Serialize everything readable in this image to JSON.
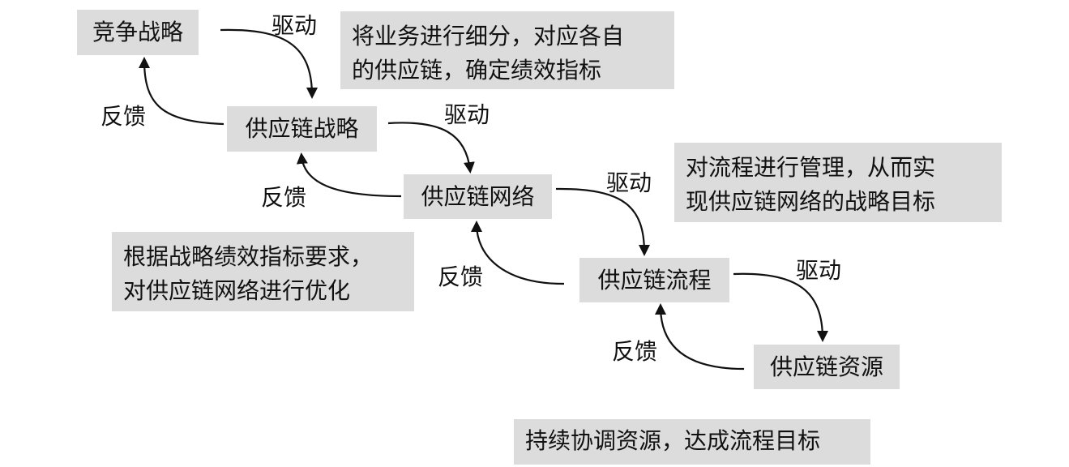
{
  "nodes": {
    "competitive_strategy": "竞争战略",
    "supply_chain_strategy": "供应链战略",
    "supply_chain_network": "供应链网络",
    "supply_chain_process": "供应链流程",
    "supply_chain_resources": "供应链资源"
  },
  "edge_labels": {
    "drive": "驱动",
    "feedback": "反馈"
  },
  "notes": {
    "segment_business": [
      "将业务进行细分，对应各自",
      "的供应链，确定绩效指标"
    ],
    "manage_process": [
      "对流程进行管理，从而实",
      "现供应链网络的战略目标"
    ],
    "optimize_network": [
      "根据战略绩效指标要求，",
      "对供应链网络进行优化"
    ],
    "coordinate_resources": [
      "持续协调资源，达成流程目标"
    ]
  }
}
